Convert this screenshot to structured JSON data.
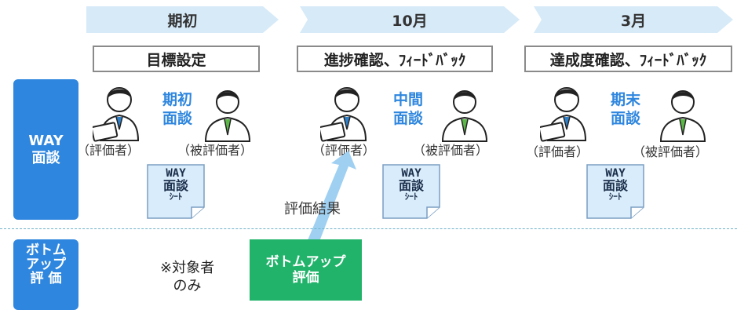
{
  "timeline": [
    {
      "label": "期初"
    },
    {
      "label": "10月"
    },
    {
      "label": "3月"
    }
  ],
  "phases": [
    {
      "label": "目標設定"
    },
    {
      "label": "進捗確認、ﾌｨｰﾄﾞﾊﾞｯｸ"
    },
    {
      "label": "達成度確認、ﾌｨｰﾄﾞﾊﾞｯｸ"
    }
  ],
  "side": {
    "way_line1": "WAY",
    "way_line2": "面談",
    "bottom_line1": "ボトム",
    "bottom_line2": "アップ",
    "bottom_line3": "評 価"
  },
  "meetings": [
    {
      "line1": "期初",
      "line2": "面談"
    },
    {
      "line1": "中間",
      "line2": "面談"
    },
    {
      "line1": "期末",
      "line2": "面談"
    }
  ],
  "roles": {
    "evaluator": "（評価者）",
    "evaluatee": "（被評価者）"
  },
  "sheet": {
    "line1": "WAY",
    "line2": "面談",
    "line3": "ｼｰﾄ"
  },
  "arrow_label": "評価結果",
  "note": {
    "line1": "※対象者",
    "line2": "のみ"
  },
  "bottom_up_box": {
    "line1": "ボトムアップ",
    "line2": "評価"
  },
  "colors": {
    "chevron": "#d7eaf8",
    "side_panel": "#2e86de",
    "meeting_text": "#2e86de",
    "sheet_fill": "#d9ecfb",
    "green_box": "#22b36b",
    "arrow": "#9fd0f2"
  }
}
